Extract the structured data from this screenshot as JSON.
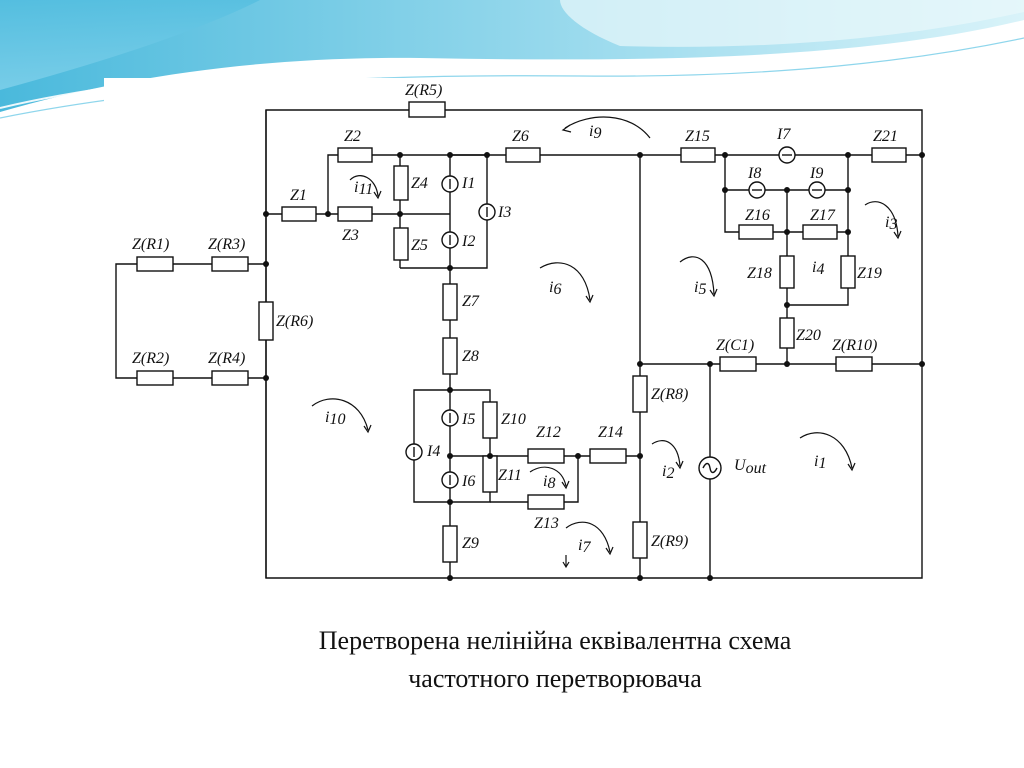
{
  "caption": {
    "line1": "Перетворена нелінійна еквівалентна схема",
    "line2": "частотного перетворювача"
  },
  "labels": {
    "zr5": "Z(R5)",
    "z2": "Z2",
    "z6": "Z6",
    "z15": "Z15",
    "i7": "I7",
    "z21": "Z21",
    "i8": "I8",
    "i9": "I9",
    "z16": "Z16",
    "z17": "Z17",
    "z18": "Z18",
    "z19": "Z19",
    "z20": "Z20",
    "zc1": "Z(C1)",
    "zr10": "Z(R10)",
    "z1": "Z1",
    "z3": "Z3",
    "z4": "Z4",
    "i1": "I1",
    "i3": "I3",
    "z5": "Z5",
    "i2": "I2",
    "zr1": "Z(R1)",
    "zr3": "Z(R3)",
    "zr6": "Z(R6)",
    "zr2": "Z(R2)",
    "zr4": "Z(R4)",
    "z7": "Z7",
    "z8": "Z8",
    "i5": "I5",
    "z10": "Z10",
    "z12": "Z12",
    "z14": "Z14",
    "i4": "I4",
    "i6": "I6",
    "z11": "Z11",
    "z13": "Z13",
    "z9": "Z9",
    "zr8": "Z(R8)",
    "zr9": "Z(R9)",
    "uout": "U",
    "uout_sub": "out"
  },
  "loop_currents": {
    "i1": "i",
    "i1_sub": "1",
    "i2": "i",
    "i2_sub": "2",
    "i3": "i",
    "i3_sub": "3",
    "i4": "i",
    "i4_sub": "4",
    "i5": "i",
    "i5_sub": "5",
    "i6": "i",
    "i6_sub": "6",
    "i7": "i",
    "i7_sub": "7",
    "i8": "i",
    "i8_sub": "8",
    "i9": "i",
    "i9_sub": "9",
    "i10": "i",
    "i10_sub": "10",
    "i11": "i",
    "i11_sub": "11"
  },
  "colors": {
    "banner_light": "#bfe9f5",
    "banner_dark": "#3fb5da",
    "ink": "#111111"
  }
}
